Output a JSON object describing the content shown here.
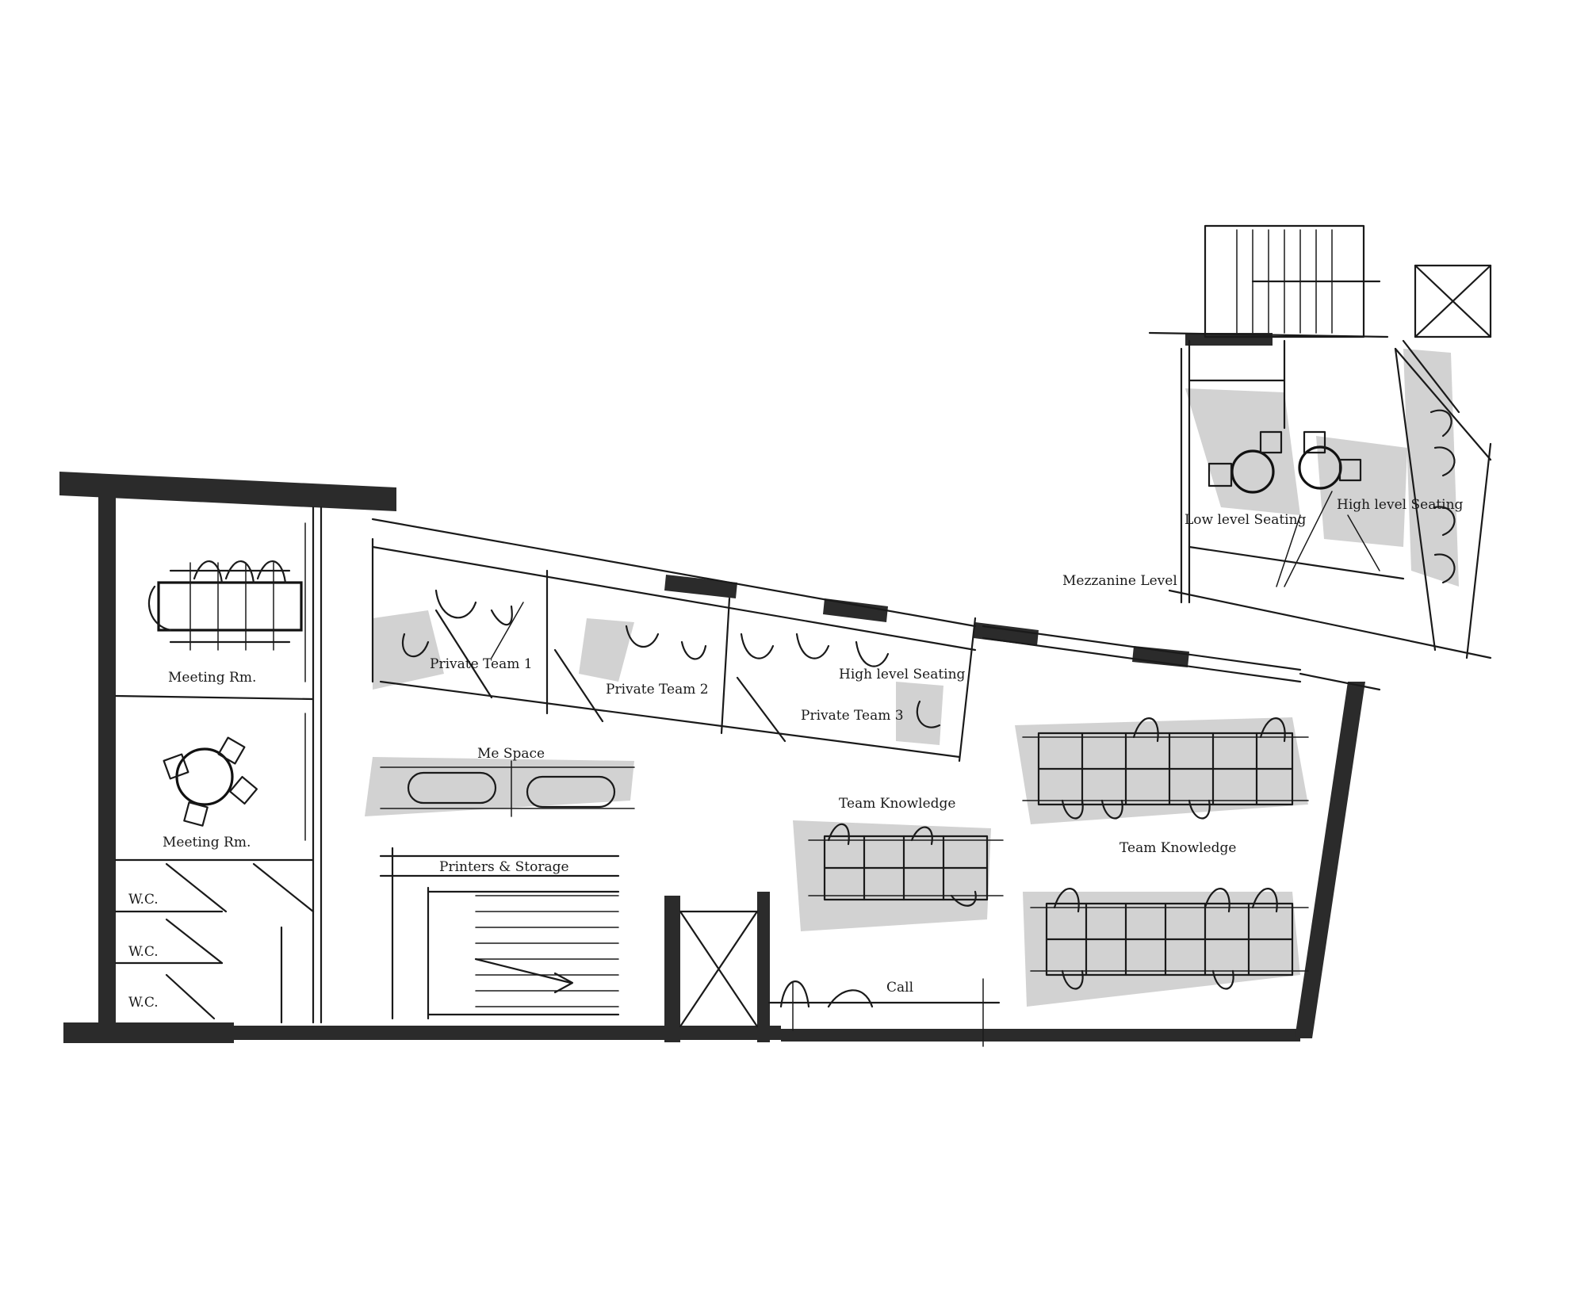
{
  "labels": {
    "meeting_rm_1": "Meeting Rm.",
    "meeting_rm_2": "Meeting Rm.",
    "wc_1": "W.C.",
    "wc_2": "W.C.",
    "wc_3": "W.C.",
    "private_team_1": "Private Team 1",
    "private_team_2": "Private Team 2",
    "private_team_3": "Private Team 3",
    "high_level_seating_1": "High level Seating",
    "high_level_seating_2": "High level Seating",
    "low_level_seating": "Low level Seating",
    "mezzanine_level": "Mezzanine Level",
    "me_space": "Me Space",
    "printers_storage": "Printers & Storage",
    "team_knowledge_1": "Team Knowledge",
    "team_knowledge_2": "Team Knowledge",
    "call": "Call"
  },
  "colors": {
    "wall": "#2b2b2b",
    "ink": "#1a1a1a",
    "shading": "#d2d2d2",
    "background": "#ffffff"
  }
}
